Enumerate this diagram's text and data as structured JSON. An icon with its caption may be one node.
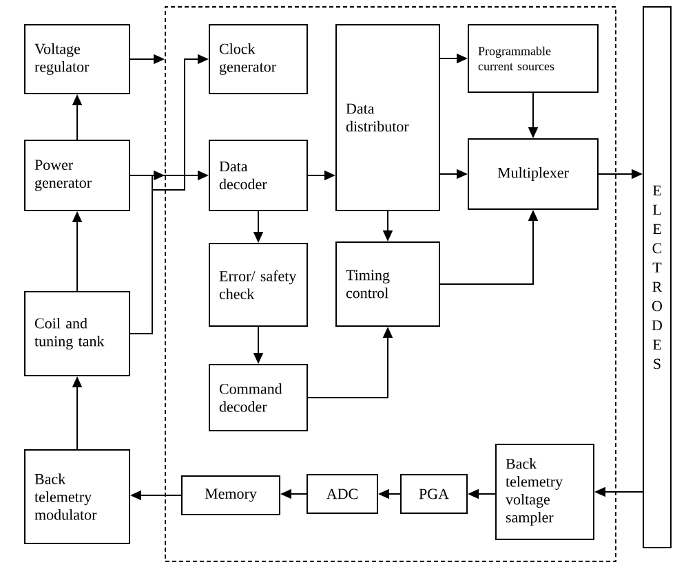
{
  "diagram": {
    "nodes": [
      {
        "text": [
          "Voltage regulator"
        ]
      },
      {
        "text": [
          "Power generator"
        ]
      },
      {
        "text": [
          "Coil and tuning tank"
        ]
      },
      {
        "text": [
          "Back telemetry modulator"
        ]
      },
      {
        "text": [],
        "shape": "box"
      },
      {
        "text": [
          "Clock generator"
        ],
        "in": 4
      },
      {
        "text": [
          "Data decoder"
        ],
        "in": 4
      },
      {
        "text": [
          "Error/ safety check"
        ],
        "in": 4
      },
      {
        "text": [
          "Command decoder"
        ],
        "in": 4
      },
      {
        "text": [
          "Data distributor"
        ],
        "in": 4
      },
      {
        "text": [
          "Timing control"
        ],
        "in": 4
      },
      {
        "text": [
          "Programmable current sources"
        ],
        "in": 4
      },
      {
        "text": [
          "Multiplexer"
        ],
        "in": 4
      },
      {
        "text": [
          "Memory"
        ],
        "in": 4
      },
      {
        "text": [
          "ADC"
        ],
        "in": 4
      },
      {
        "text": [
          "PGA"
        ],
        "in": 4
      },
      {
        "text": [
          "Back telemetry voltage sampler"
        ],
        "in": 4
      },
      {
        "text": [
          "ELECTRODES"
        ]
      }
    ],
    "edges": [
      {
        "from": 0,
        "to": 4,
        "arrow": "to"
      },
      {
        "from": 1,
        "to": 4,
        "arrow": "to"
      },
      {
        "from": 1,
        "to": 0,
        "arrow": "to"
      },
      {
        "from": 2,
        "to": 1,
        "arrow": "to"
      },
      {
        "from": 2,
        "to": 5,
        "arrow": "to"
      },
      {
        "from": 2,
        "to": 6,
        "arrow": "to"
      },
      {
        "from": 6,
        "to": 9,
        "arrow": "to"
      },
      {
        "from": 6,
        "to": 7,
        "arrow": "to"
      },
      {
        "from": 7,
        "to": 8,
        "arrow": "to"
      },
      {
        "from": 8,
        "to": 10,
        "arrow": "to"
      },
      {
        "from": 9,
        "to": 10,
        "arrow": "to"
      },
      {
        "from": 9,
        "to": 11,
        "arrow": "to"
      },
      {
        "from": 9,
        "to": 12,
        "arrow": "to"
      },
      {
        "from": 11,
        "to": 12,
        "arrow": "to"
      },
      {
        "from": 10,
        "to": 12,
        "arrow": "to"
      },
      {
        "from": 12,
        "to": 17,
        "arrow": "to"
      },
      {
        "from": 17,
        "to": 16,
        "arrow": "to"
      },
      {
        "from": 16,
        "to": 15,
        "arrow": "to"
      },
      {
        "from": 15,
        "to": 14,
        "arrow": "to"
      },
      {
        "from": 14,
        "to": 13,
        "arrow": "to"
      },
      {
        "from": 13,
        "to": 3,
        "arrow": "to"
      },
      {
        "from": 3,
        "to": 2,
        "arrow": "to"
      }
    ]
  }
}
